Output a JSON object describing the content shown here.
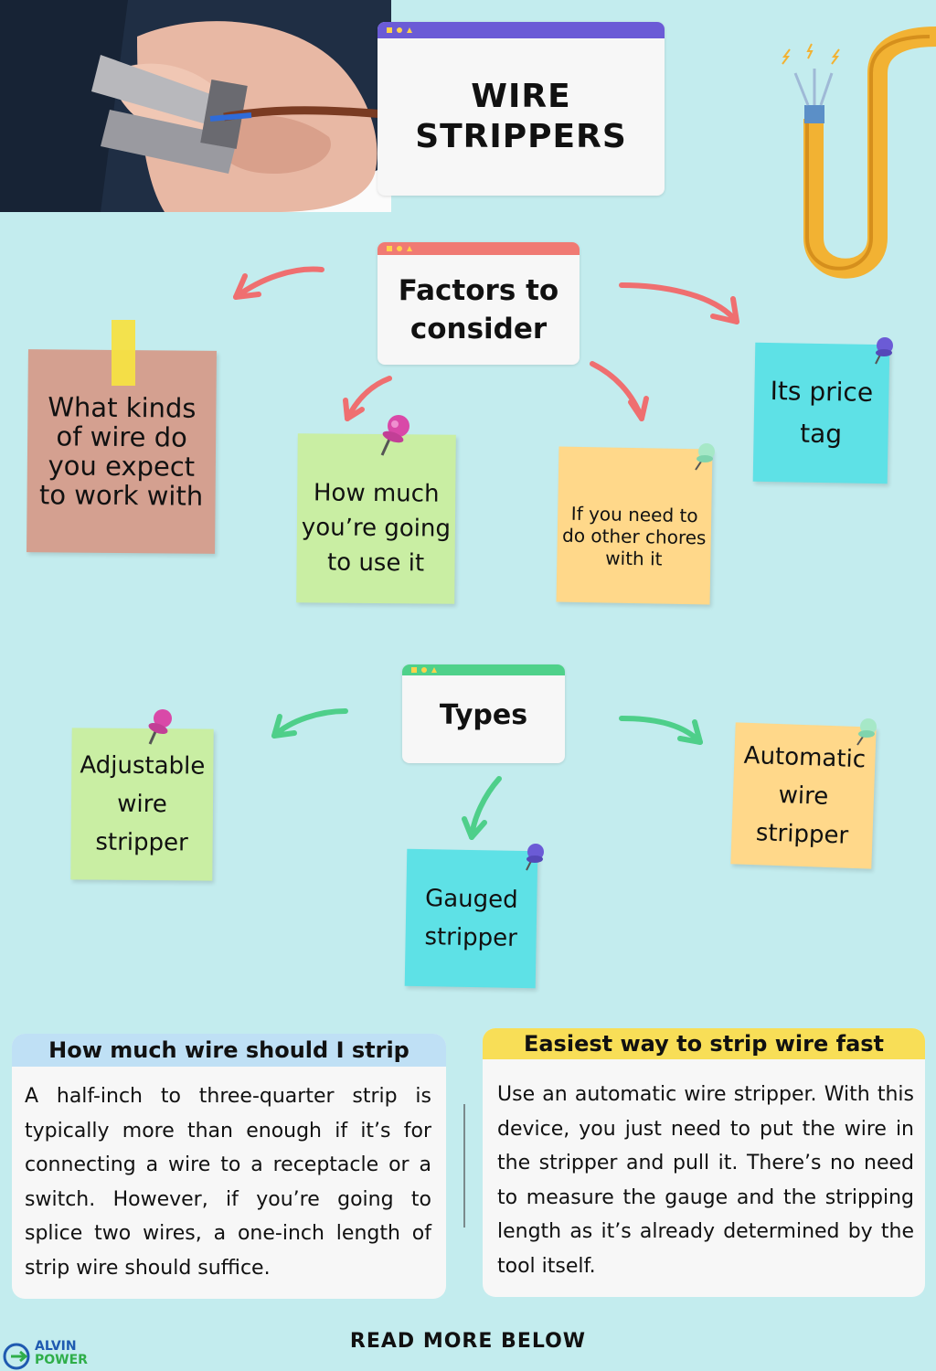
{
  "header": {
    "title_line1": "WIRE",
    "title_line2": "STRIPPERS"
  },
  "factors": {
    "title_line1": "Factors to",
    "title_line2": "consider",
    "notes": [
      {
        "text": "What kinds of wire do you expect to work with",
        "color": "#d4a090"
      },
      {
        "text": "How much you’re going to use it",
        "color": "#c9eea3"
      },
      {
        "text": "If you need to do other chores with it",
        "color": "#ffd88a"
      },
      {
        "text": "Its price tag",
        "color": "#5ee1e6"
      }
    ]
  },
  "types": {
    "title": "Types",
    "notes": [
      {
        "text": "Adjustable wire stripper",
        "color": "#c9eea3"
      },
      {
        "text": "Gauged stripper",
        "color": "#5ee1e6"
      },
      {
        "text": "Automatic wire stripper",
        "color": "#ffd88a"
      }
    ]
  },
  "info_left": {
    "title": "How much wire should I strip",
    "body": "A half-inch to three-quarter strip is typically more than enough if it’s for connecting a wire to a receptacle or a switch. However, if you’re going to splice two wires, a one-inch length of strip wire should suffice."
  },
  "info_right": {
    "title": "Easiest way to strip wire fast",
    "body": "Use an automatic wire stripper. With this device, you just need to put the wire in the stripper and pull it. There’s no need to measure the gauge and the stripping length as it’s already determined by the tool itself."
  },
  "footer": {
    "cta": "READ  MORE  BELOW",
    "logo_line1": "ALVIN",
    "logo_line2": "POWER"
  },
  "colors": {
    "background": "#c3ecee",
    "purple_bar": "#6b5bd6",
    "red_bar": "#f07a73",
    "green_bar": "#4fd18a",
    "red_arrow": "#ef6f70",
    "green_arrow": "#4ecf8a",
    "cable": "#f2b233"
  },
  "icons": [
    "wire-strippers-photo",
    "cable-icon",
    "pushpin-icon",
    "tape-icon",
    "logo-icon"
  ]
}
